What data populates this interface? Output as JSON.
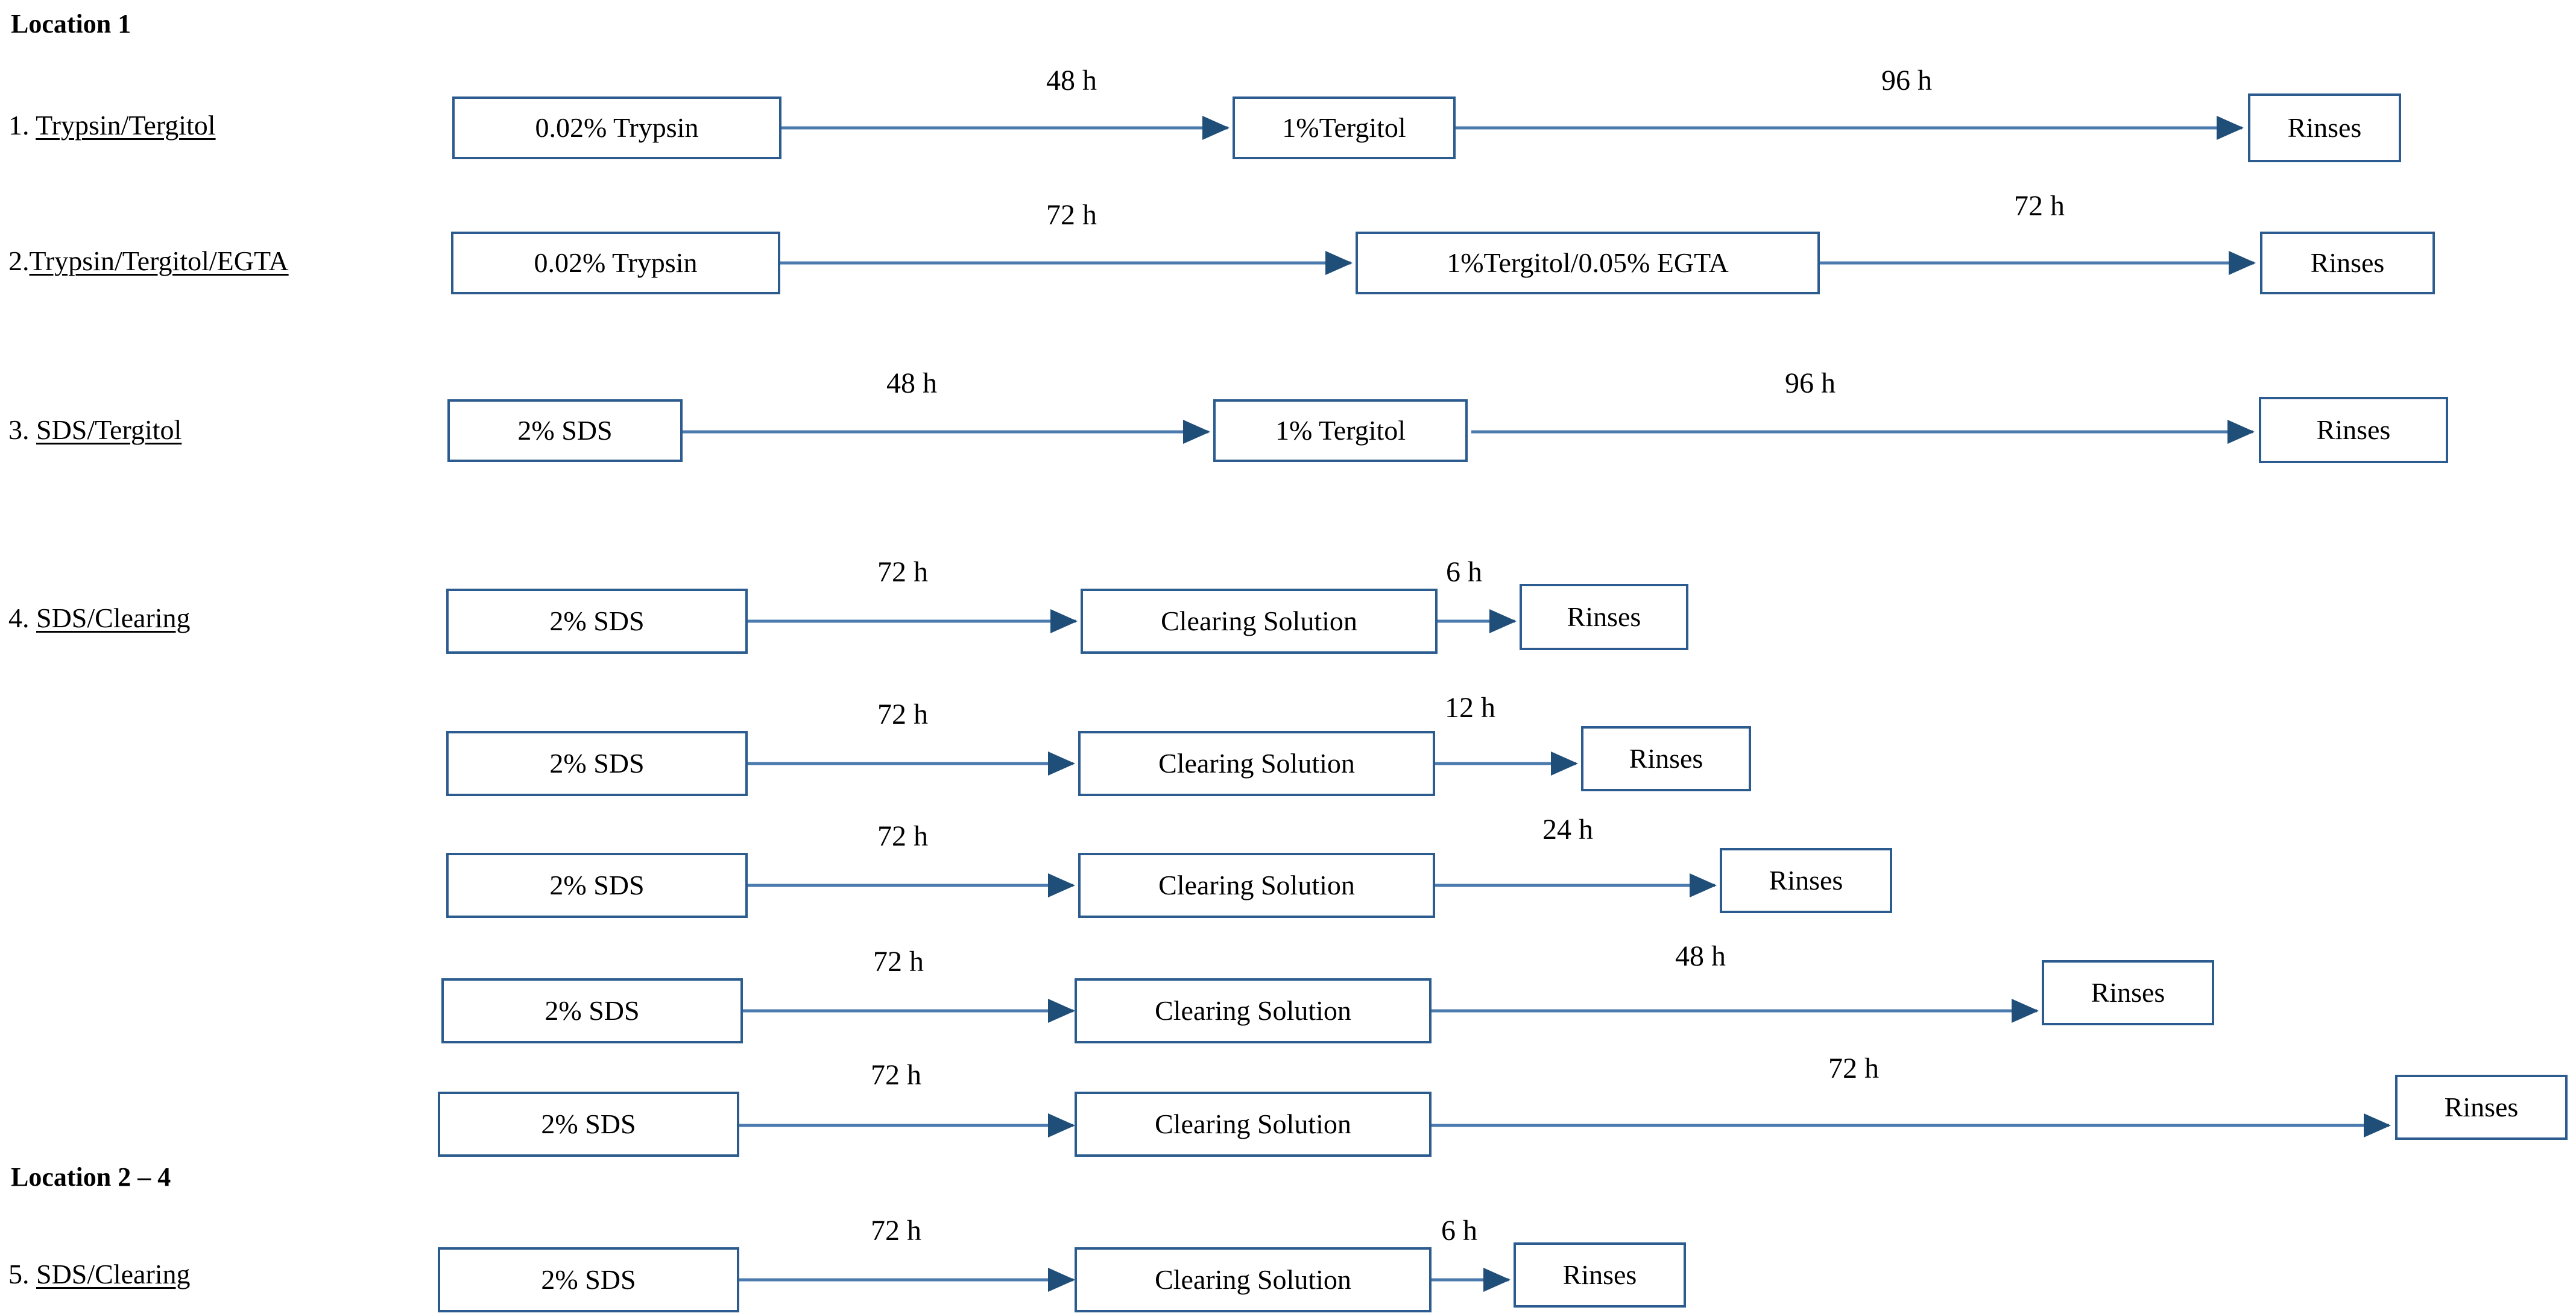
{
  "colors": {
    "box_border": "#2C5C8F",
    "arrow": "#4A7AAE",
    "arrow_head": "#1F4E79",
    "text": "#000000",
    "background": "#FFFFFF"
  },
  "sections": [
    {
      "id": "location-1",
      "title": "Location 1"
    },
    {
      "id": "location-2-4",
      "title": "Location 2 – 4"
    }
  ],
  "rows": [
    {
      "id": "row-1",
      "label_number": "1.",
      "label_text": "Trypsin/Tergitol",
      "steps": [
        "0.02% Trypsin",
        "1%Tergitol",
        "Rinses"
      ],
      "durations": [
        "48 h",
        "96 h"
      ]
    },
    {
      "id": "row-2",
      "label_number": "2.",
      "label_text": "Trypsin/Tergitol/EGTA",
      "steps": [
        "0.02% Trypsin",
        "1%Tergitol/0.05% EGTA",
        "Rinses"
      ],
      "durations": [
        "72 h",
        "72 h"
      ]
    },
    {
      "id": "row-3",
      "label_number": "3.",
      "label_text": "SDS/Tergitol",
      "steps": [
        "2% SDS",
        "1% Tergitol",
        "Rinses"
      ],
      "durations": [
        "48 h",
        "96 h"
      ]
    },
    {
      "id": "row-4a",
      "label_number": "4.",
      "label_text": "SDS/Clearing",
      "steps": [
        "2% SDS",
        "Clearing Solution",
        "Rinses"
      ],
      "durations": [
        "72 h",
        "6 h"
      ]
    },
    {
      "id": "row-4b",
      "label_number": "",
      "label_text": "",
      "steps": [
        "2% SDS",
        "Clearing Solution",
        "Rinses"
      ],
      "durations": [
        "72 h",
        "12 h"
      ]
    },
    {
      "id": "row-4c",
      "label_number": "",
      "label_text": "",
      "steps": [
        "2% SDS",
        "Clearing Solution",
        "Rinses"
      ],
      "durations": [
        "72 h",
        "24 h"
      ]
    },
    {
      "id": "row-4d",
      "label_number": "",
      "label_text": "",
      "steps": [
        "2% SDS",
        "Clearing Solution",
        "Rinses"
      ],
      "durations": [
        "72 h",
        "48 h"
      ]
    },
    {
      "id": "row-4e",
      "label_number": "",
      "label_text": "",
      "steps": [
        "2% SDS",
        "Clearing Solution",
        "Rinses"
      ],
      "durations": [
        "72 h",
        "72 h"
      ]
    },
    {
      "id": "row-5",
      "label_number": "5.",
      "label_text": "SDS/Clearing",
      "steps": [
        "2% SDS",
        "Clearing Solution",
        "Rinses"
      ],
      "durations": [
        "72 h",
        "6 h"
      ]
    }
  ],
  "labels": {
    "loc1_header": "Location 1",
    "loc24_header": "Location 2 – 4",
    "r1_num": "1.",
    "r1_name": "Trypsin/Tergitol",
    "r1_b1": "0.02% Trypsin",
    "r1_b2": "1%Tergitol",
    "r1_b3": "Rinses",
    "r1_d1": "48 h",
    "r1_d2": "96 h",
    "r2_num": "2.",
    "r2_name": "Trypsin/Tergitol/EGTA",
    "r2_b1": "0.02% Trypsin",
    "r2_b2": "1%Tergitol/0.05% EGTA",
    "r2_b3": "Rinses",
    "r2_d1": "72 h",
    "r2_d2": "72 h",
    "r3_num": "3.",
    "r3_name": "SDS/Tergitol",
    "r3_b1": "2% SDS",
    "r3_b2": "1% Tergitol",
    "r3_b3": "Rinses",
    "r3_d1": "48 h",
    "r3_d2": "96 h",
    "r4_num": "4.",
    "r4_name": "SDS/Clearing",
    "r4a_b1": "2% SDS",
    "r4a_b2": "Clearing Solution",
    "r4a_b3": "Rinses",
    "r4a_d1": "72 h",
    "r4a_d2": "6 h",
    "r4b_b1": "2% SDS",
    "r4b_b2": "Clearing Solution",
    "r4b_b3": "Rinses",
    "r4b_d1": "72 h",
    "r4b_d2": "12 h",
    "r4c_b1": "2% SDS",
    "r4c_b2": "Clearing Solution",
    "r4c_b3": "Rinses",
    "r4c_d1": "72 h",
    "r4c_d2": "24 h",
    "r4d_b1": "2% SDS",
    "r4d_b2": "Clearing Solution",
    "r4d_b3": "Rinses",
    "r4d_d1": "72 h",
    "r4d_d2": "48 h",
    "r4e_b1": "2% SDS",
    "r4e_b2": "Clearing Solution",
    "r4e_b3": "Rinses",
    "r4e_d1": "72 h",
    "r4e_d2": "72 h",
    "r5_num": "5.",
    "r5_name": "SDS/Clearing",
    "r5_b1": "2% SDS",
    "r5_b2": "Clearing Solution",
    "r5_b3": "Rinses",
    "r5_d1": "72 h",
    "r5_d2": "6 h"
  }
}
